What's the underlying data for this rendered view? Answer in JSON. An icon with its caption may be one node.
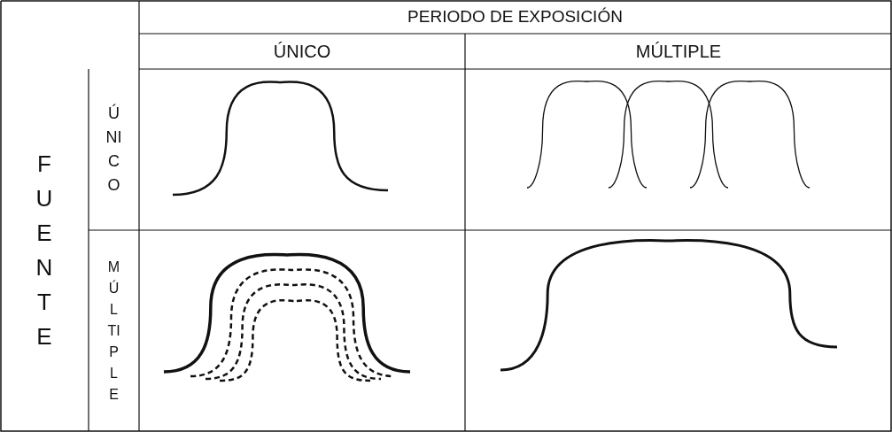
{
  "diagram": {
    "labels": [
      "PERIODO DE EXPOSICIÓN",
      "ÚNICO",
      "MÚLTIPLE",
      "FUENTE",
      "ÚNICO",
      "MÚLTIPLE"
    ]
  }
}
